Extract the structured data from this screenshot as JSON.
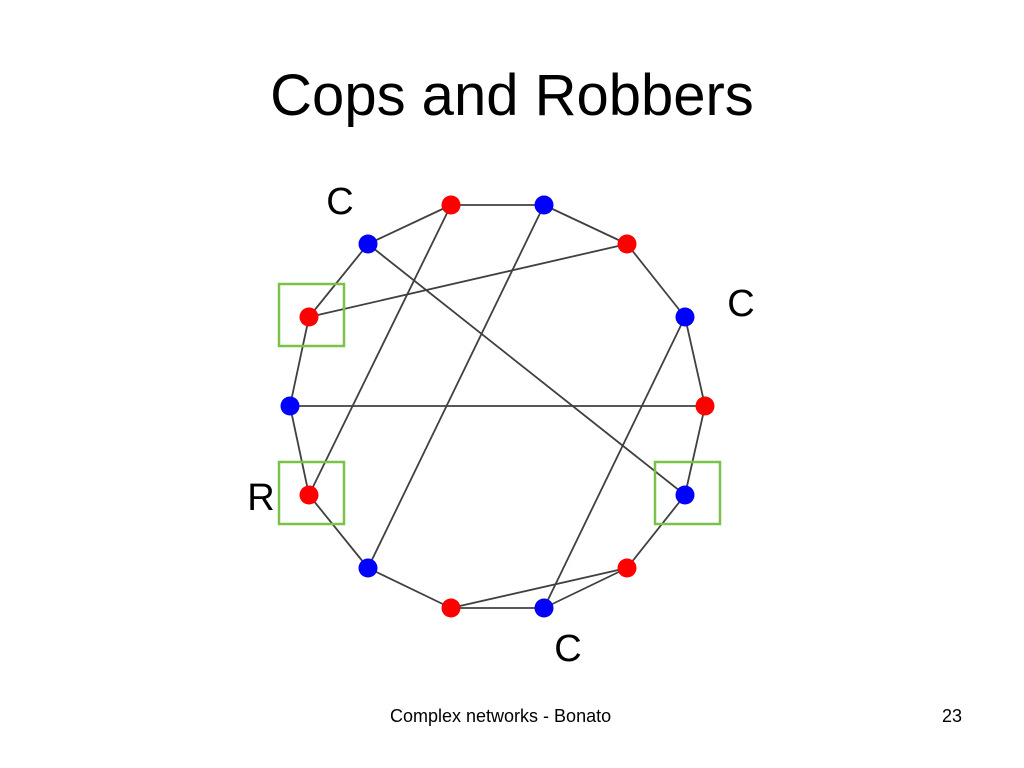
{
  "slide": {
    "title": "Cops and Robbers",
    "footer": "Complex networks - Bonato",
    "page_number": "23"
  },
  "colors": {
    "red_vertex": "#ff0000",
    "blue_vertex": "#0000ff",
    "edge": "#404040",
    "highlight": "#7cc24a"
  },
  "graph": {
    "nodes": [
      {
        "id": 0,
        "color": "red"
      },
      {
        "id": 1,
        "color": "blue"
      },
      {
        "id": 2,
        "color": "red"
      },
      {
        "id": 3,
        "color": "blue"
      },
      {
        "id": 4,
        "color": "red"
      },
      {
        "id": 5,
        "color": "blue"
      },
      {
        "id": 6,
        "color": "red"
      },
      {
        "id": 7,
        "color": "blue"
      },
      {
        "id": 8,
        "color": "red"
      },
      {
        "id": 9,
        "color": "blue"
      },
      {
        "id": 10,
        "color": "red"
      },
      {
        "id": 11,
        "color": "blue"
      },
      {
        "id": 12,
        "color": "red"
      },
      {
        "id": 13,
        "color": "blue"
      }
    ],
    "edges": [
      [
        0,
        1
      ],
      [
        1,
        2
      ],
      [
        2,
        3
      ],
      [
        3,
        4
      ],
      [
        4,
        5
      ],
      [
        5,
        6
      ],
      [
        6,
        7
      ],
      [
        7,
        8
      ],
      [
        8,
        9
      ],
      [
        9,
        10
      ],
      [
        10,
        11
      ],
      [
        11,
        12
      ],
      [
        12,
        13
      ],
      [
        13,
        0
      ],
      [
        0,
        10
      ],
      [
        1,
        9
      ],
      [
        2,
        12
      ],
      [
        3,
        7
      ],
      [
        4,
        11
      ],
      [
        5,
        13
      ],
      [
        6,
        8
      ]
    ],
    "highlighted_nodes": [
      10,
      12,
      5
    ],
    "labels": [
      {
        "text": "C",
        "node": 13
      },
      {
        "text": "C",
        "node": 3
      },
      {
        "text": "R",
        "node": 11
      },
      {
        "text": "C",
        "node": 8
      }
    ]
  }
}
